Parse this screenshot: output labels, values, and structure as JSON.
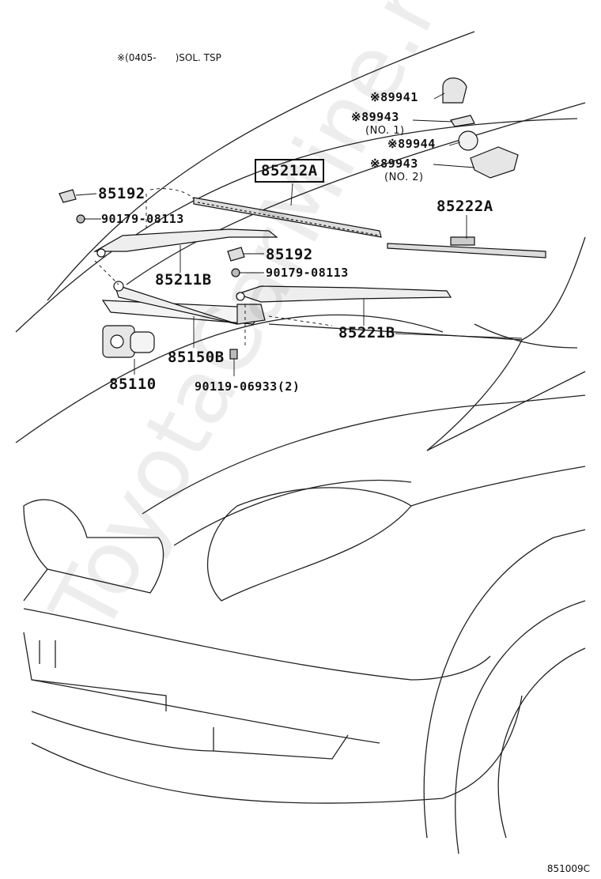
{
  "header_note": "※(0405-　　)SOL. TSP",
  "watermark": "ToyotaCarMine.ru",
  "diagram_code": "851009C",
  "labels": {
    "p89941": "※89941",
    "p89943a": "※89943",
    "p89943a_sub": "(NO. 1)",
    "p89944": "※89944",
    "p89943b": "※89943",
    "p89943b_sub": "(NO. 2)",
    "p85212a": "85212A",
    "p85222a": "85222A",
    "p85192a": "85192",
    "p90179a": "90179-08113",
    "p85192b": "85192",
    "p90179b": "90179-08113",
    "p85211b": "85211B",
    "p85221b": "85221B",
    "p85150b": "85150B",
    "p85110": "85110",
    "p90119": "90119-06933(2)"
  }
}
